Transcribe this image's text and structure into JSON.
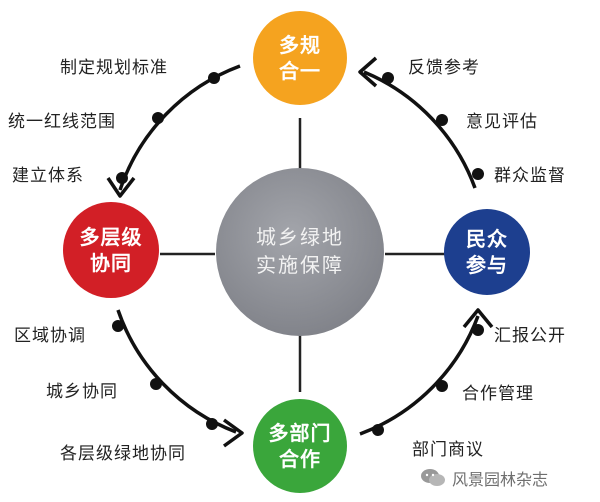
{
  "center": {
    "line1": "城乡绿地",
    "line2": "实施保障",
    "color": "#8e9097"
  },
  "nodes": {
    "top": {
      "line1": "多规",
      "line2": "合一",
      "color": "#f5a31f"
    },
    "left": {
      "line1": "多层级",
      "line2": "协同",
      "color": "#d21f26"
    },
    "right": {
      "line1": "民众",
      "line2": "参与",
      "color": "#1d3f8f"
    },
    "bottom": {
      "line1": "多部门",
      "line2": "合作",
      "color": "#3aa63b"
    }
  },
  "arcs": {
    "top_left": [
      "制定规划标准",
      "统一红线范围",
      "建立体系"
    ],
    "left_bottom": [
      "区域协调",
      "城乡协同",
      "各层级绿地协同"
    ],
    "bottom_right": [
      "部门商议",
      "合作管理",
      "汇报公开"
    ],
    "right_top": [
      "群众监督",
      "意见评估",
      "反馈参考"
    ]
  },
  "watermark": {
    "text": "风景园林杂志"
  }
}
